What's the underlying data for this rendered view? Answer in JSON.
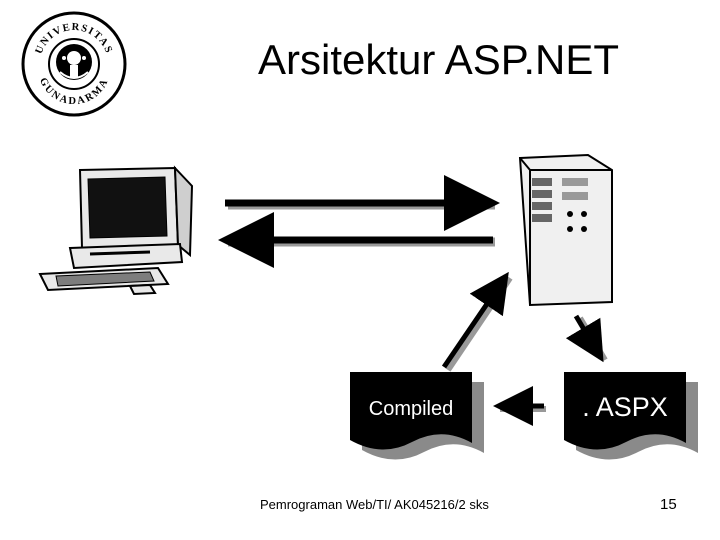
{
  "slide": {
    "title": "Arsitektur ASP.NET",
    "footer": "Pemrograman Web/TI/ AK045216/2 sks",
    "page_number": "15"
  },
  "diagram": {
    "compiled_label": "Compiled",
    "aspx_label": ". ASPX"
  },
  "logo": {
    "top_text": "UNIVERSITAS",
    "bottom_text": "GUNADARMA"
  },
  "colors": {
    "document_fill": "#000000",
    "document_shadow": "#8a8a8a",
    "arrow": "#000000",
    "computer_body": "#e9e9e9"
  }
}
